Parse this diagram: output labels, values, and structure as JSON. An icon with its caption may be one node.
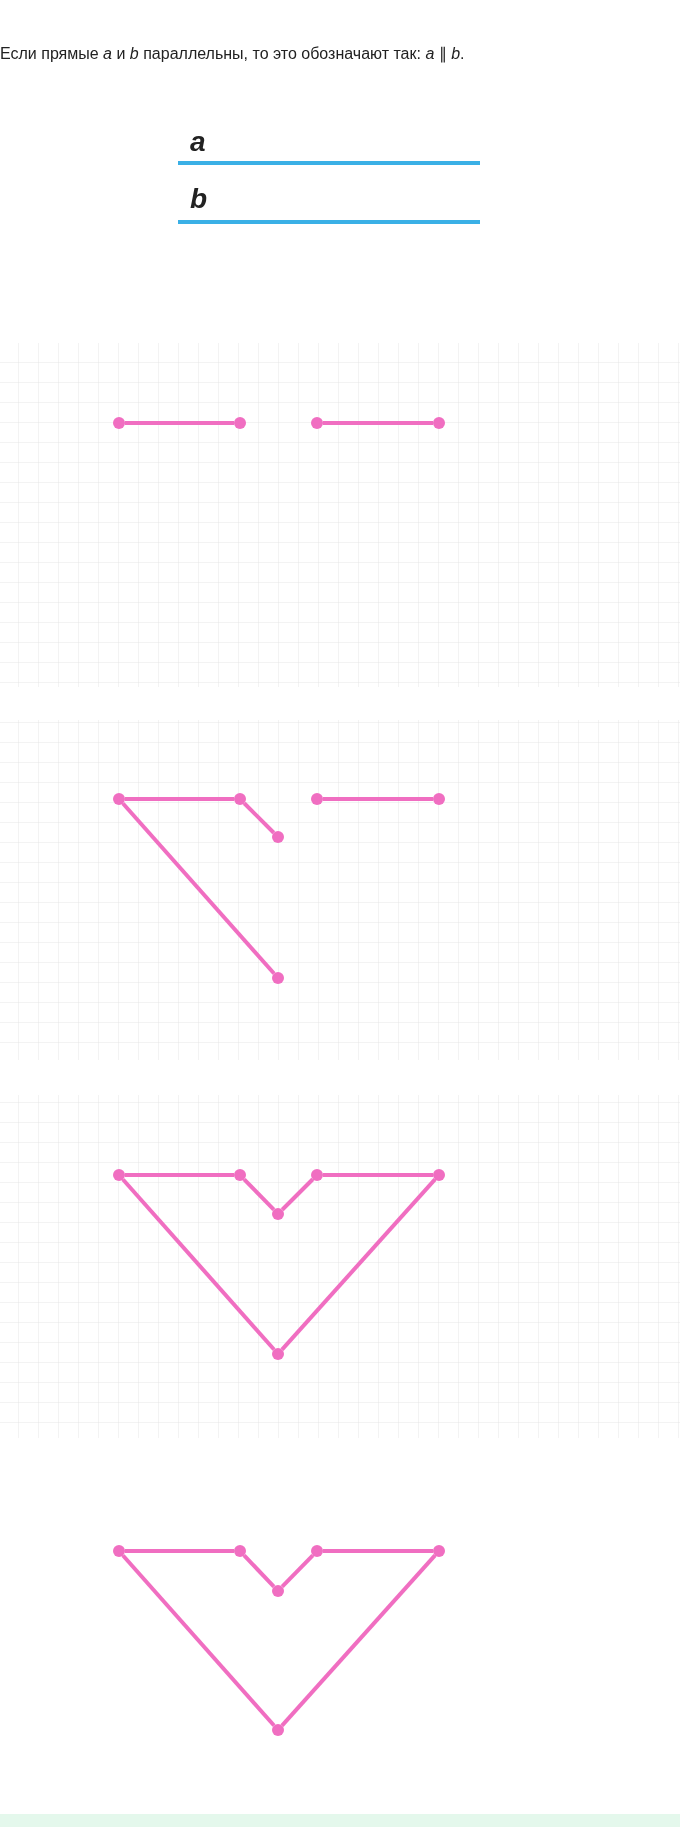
{
  "diagram": {
    "title": "Если прямые *a* и *b* параллельны, то это обозначают так: *a* ∥ *b*.",
    "nodes": [
      {
        "text": [],
        "shape": "circle"
      },
      {
        "text": [],
        "shape": "circle"
      },
      {
        "text": [],
        "shape": "circle"
      },
      {
        "text": [],
        "shape": "circle"
      },
      {
        "text": [],
        "shape": "circle"
      },
      {
        "text": [],
        "shape": "circle"
      },
      {
        "text": [],
        "shape": "circle"
      },
      {
        "text": [],
        "shape": "circle"
      },
      {
        "text": [],
        "shape": "circle"
      },
      {
        "text": [],
        "shape": "circle"
      },
      {
        "text": [],
        "shape": "circle"
      },
      {
        "text": [],
        "shape": "circle"
      },
      {
        "text": [],
        "shape": "circle"
      },
      {
        "text": [],
        "shape": "circle"
      },
      {
        "text": [],
        "shape": "circle"
      },
      {
        "text": [],
        "shape": "circle"
      },
      {
        "text": [],
        "shape": "circle"
      },
      {
        "text": [],
        "shape": "circle"
      },
      {
        "text": [],
        "shape": "circle"
      },
      {
        "text": [],
        "shape": "circle"
      },
      {
        "text": [],
        "shape": "circle"
      },
      {
        "text": [],
        "shape": "circle"
      }
    ],
    "edges": [
      {
        "from": 0,
        "to": 1,
        "arrow": "none"
      },
      {
        "from": 2,
        "to": 3,
        "arrow": "none"
      },
      {
        "from": 4,
        "to": 5,
        "arrow": "none"
      },
      {
        "from": 5,
        "to": 6,
        "arrow": "none"
      },
      {
        "from": 4,
        "to": 7,
        "arrow": "none"
      },
      {
        "from": 8,
        "to": 9,
        "arrow": "none"
      },
      {
        "from": 10,
        "to": 11,
        "arrow": "none"
      },
      {
        "from": 11,
        "to": 12,
        "arrow": "none"
      },
      {
        "from": 12,
        "to": 13,
        "arrow": "none"
      },
      {
        "from": 13,
        "to": 14,
        "arrow": "none"
      },
      {
        "from": 10,
        "to": 15,
        "arrow": "none"
      },
      {
        "from": 15,
        "to": 14,
        "arrow": "none"
      },
      {
        "from": 16,
        "to": 17,
        "arrow": "none"
      },
      {
        "from": 17,
        "to": 18,
        "arrow": "none"
      },
      {
        "from": 18,
        "to": 19,
        "arrow": "none"
      },
      {
        "from": 19,
        "to": 20,
        "arrow": "none"
      },
      {
        "from": 16,
        "to": 21,
        "arrow": "none"
      },
      {
        "from": 21,
        "to": 20,
        "arrow": "none"
      }
    ],
    "labels": [
      "a",
      "b"
    ]
  }
}
